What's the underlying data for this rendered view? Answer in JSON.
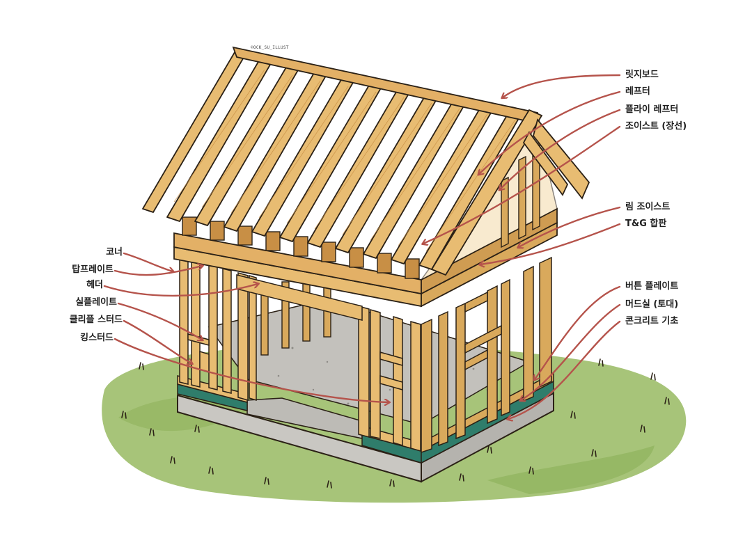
{
  "credit": "©OCK_SU_ILLUST",
  "colors": {
    "wood": "#E8BC72",
    "wood_dark": "#C88F45",
    "outline": "#2b2116",
    "concrete": "#C9C7C2",
    "sill_green": "#2F7D6B",
    "grass": "#9DBE6A",
    "arrow": "#B5534B"
  },
  "labels_right": [
    {
      "id": "ridge-board",
      "text": "릿지보드"
    },
    {
      "id": "rafter",
      "text": "레프터"
    },
    {
      "id": "fly-rafter",
      "text": "플라이 레프터"
    },
    {
      "id": "joist",
      "text": "조이스트 (장선)"
    },
    {
      "id": "rim-joist",
      "text": "림 조이스트"
    },
    {
      "id": "tg-plywood",
      "text": "T&G 합판"
    },
    {
      "id": "bottom-plate",
      "text": "버튼 플레이트"
    },
    {
      "id": "mudsill",
      "text": "머드실 (토대)"
    },
    {
      "id": "concrete-foundation",
      "text": "콘크리트 기초"
    }
  ],
  "labels_left": [
    {
      "id": "corner",
      "text": "코너"
    },
    {
      "id": "top-plate",
      "text": "탑프레이트"
    },
    {
      "id": "header",
      "text": "헤더"
    },
    {
      "id": "sill-plate",
      "text": "실플레이트"
    },
    {
      "id": "cripple-stud",
      "text": "클리플 스터드"
    },
    {
      "id": "king-stud",
      "text": "킹스터드"
    }
  ]
}
